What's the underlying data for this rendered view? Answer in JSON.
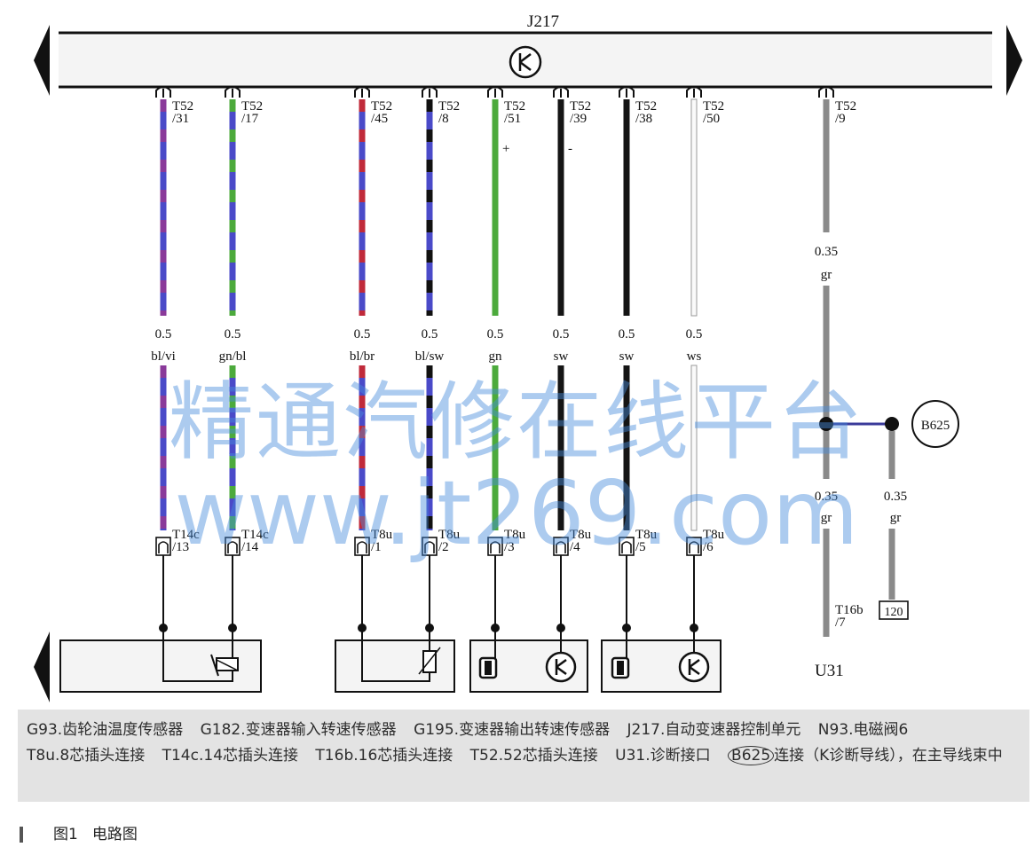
{
  "module": {
    "name": "J217"
  },
  "wires": [
    {
      "pin": "T52\n/31",
      "mark": "",
      "gauge": "0.5",
      "color": "bl/vi",
      "conn": "T14c\n/13",
      "c1": "#4a4ac8",
      "c2": "#8a3a9a",
      "pattern": "stripe"
    },
    {
      "pin": "T52\n/17",
      "mark": "",
      "gauge": "0.5",
      "color": "gn/bl",
      "conn": "T14c\n/14",
      "c1": "#4a4ac8",
      "c2": "#4caa3c",
      "pattern": "stripe"
    },
    {
      "pin": "T52\n/45",
      "mark": "",
      "gauge": "0.5",
      "color": "bl/br",
      "conn": "T8u\n/1",
      "c1": "#4a4ac8",
      "c2": "#c02a3a",
      "pattern": "stripe"
    },
    {
      "pin": "T52\n/8",
      "mark": "",
      "gauge": "0.5",
      "color": "bl/sw",
      "conn": "T8u\n/2",
      "c1": "#4a4ac8",
      "c2": "#111111",
      "pattern": "stripe"
    },
    {
      "pin": "T52\n/51",
      "mark": "+",
      "gauge": "0.5",
      "color": "gn",
      "conn": "T8u\n/3",
      "c1": "#4caa3c",
      "c2": "#4caa3c",
      "pattern": "solid"
    },
    {
      "pin": "T52\n/39",
      "mark": "-",
      "gauge": "0.5",
      "color": "sw",
      "conn": "T8u\n/4",
      "c1": "#151515",
      "c2": "#151515",
      "pattern": "solid"
    },
    {
      "pin": "T52\n/38",
      "mark": "",
      "gauge": "0.5",
      "color": "sw",
      "conn": "T8u\n/5",
      "c1": "#151515",
      "c2": "#151515",
      "pattern": "solid"
    },
    {
      "pin": "T52\n/50",
      "mark": "",
      "gauge": "0.5",
      "color": "ws",
      "conn": "T8u\n/6",
      "c1": "#e8e8e8",
      "c2": "#e8e8e8",
      "pattern": "white"
    }
  ],
  "diag": {
    "pin": "T52\n/9",
    "gauge1": "0.35",
    "color1": "gr",
    "gauge2": "0.35",
    "color2": "gr",
    "gauge3": "0.35",
    "color3": "gr",
    "conn": "T16b\n/7",
    "conn2": "120",
    "splice": "B625",
    "unit": "U31",
    "wire_color": "#8a8a8a"
  },
  "watermark": {
    "line1": "精通汽修在线平台",
    "line2": "www.jt269.com"
  },
  "legend": {
    "items": [
      "G93.齿轮油温度传感器",
      "G182.变速器输入转速传感器",
      "G195.变速器输出转速传感器",
      "J217.自动变速器控制单元",
      "N93.电磁阀6",
      "T8u.8芯插头连接",
      "T14c.14芯插头连接",
      "T16b.16芯插头连接",
      "T52.52芯插头连接",
      "U31.诊断接口"
    ],
    "last_code": "B625",
    "last_text": "连接（K诊断导线），在主导线束中"
  },
  "caption": {
    "fig": "图1",
    "title": "电路图"
  }
}
